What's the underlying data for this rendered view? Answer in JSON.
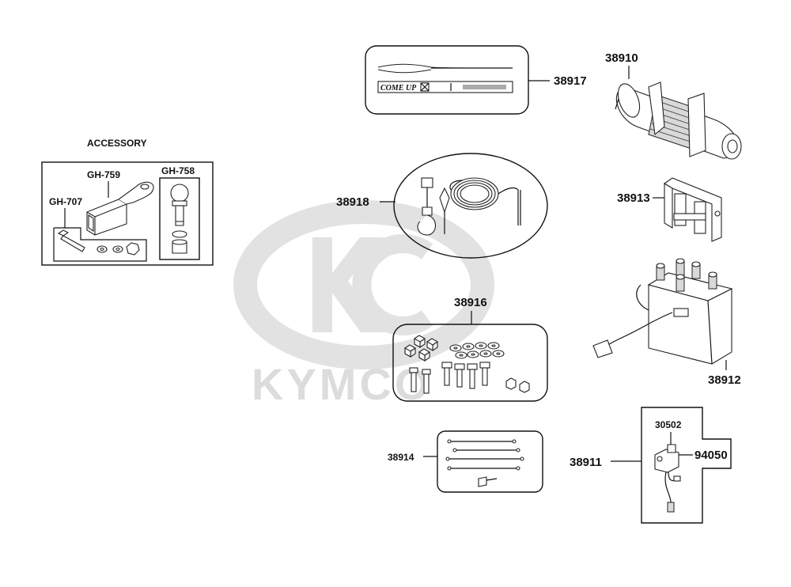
{
  "watermark": {
    "brand": "KYMCO"
  },
  "accessory": {
    "title": "ACCESSORY",
    "parts": {
      "hitch_receiver": "GH-759",
      "hitch_ball": "GH-758",
      "hitch_pin": "GH-707"
    }
  },
  "parts": {
    "strap": "38917",
    "winch": "38910",
    "hook_cable": "38918",
    "roller_fairlead": "38913",
    "hardware_kit": "38916",
    "solenoid": "38912",
    "cables": "38914",
    "switch_assembly": "38911",
    "switch": "30502",
    "switch_part": "94050"
  },
  "strap_print": "COME UP",
  "colors": {
    "line": "#111111",
    "watermark": "#e2e2e2"
  }
}
